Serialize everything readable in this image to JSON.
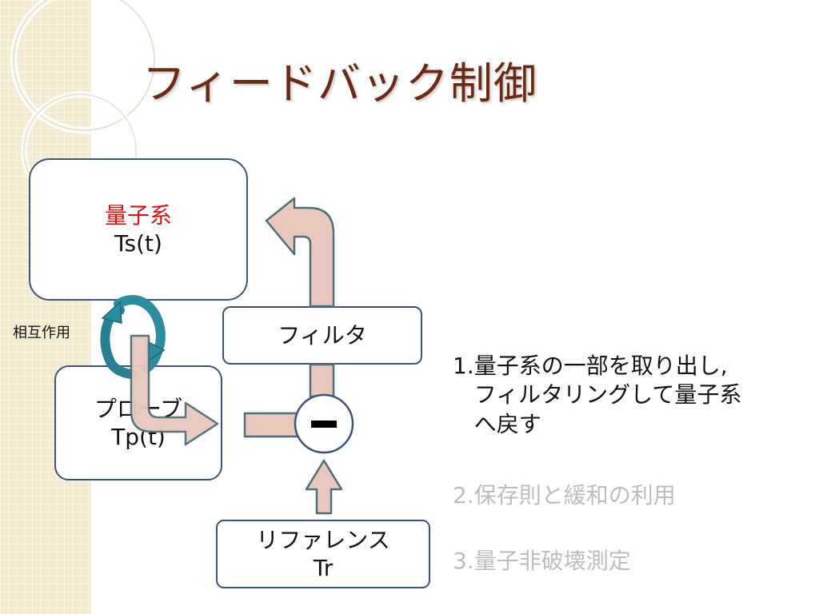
{
  "slide": {
    "title": "フィードバック制御"
  },
  "diagram": {
    "quantum_box": {
      "name": "量子系",
      "sub": "Ts(t)"
    },
    "probe_box": {
      "name": "プローブ",
      "sub": "Tp(t)"
    },
    "filter_box": {
      "label": "フィルタ"
    },
    "reference_box": {
      "name": "リファレンス",
      "sub": "Tr"
    },
    "interaction_label": "相互作用",
    "comparator_symbol": "−"
  },
  "list": {
    "items": [
      {
        "number": "1.",
        "lines": [
          "量子系の一部を取り出し,",
          "フィルタリングして量子系",
          "へ戻す"
        ],
        "active": true
      },
      {
        "number": "2.",
        "text": "保存則と緩和の利用",
        "active": false
      },
      {
        "number": "3.",
        "text": "量子非破壊測定",
        "active": false
      }
    ]
  },
  "colors": {
    "title": "#6a2a18",
    "box_border": "#3d5378",
    "arrow_fill": "#e8c8bd",
    "arrow_stroke": "#4e6e78",
    "cycle_arrow": "#2a8ea0",
    "highlight_text": "#e01010",
    "inactive_text": "#bdbdbd"
  }
}
